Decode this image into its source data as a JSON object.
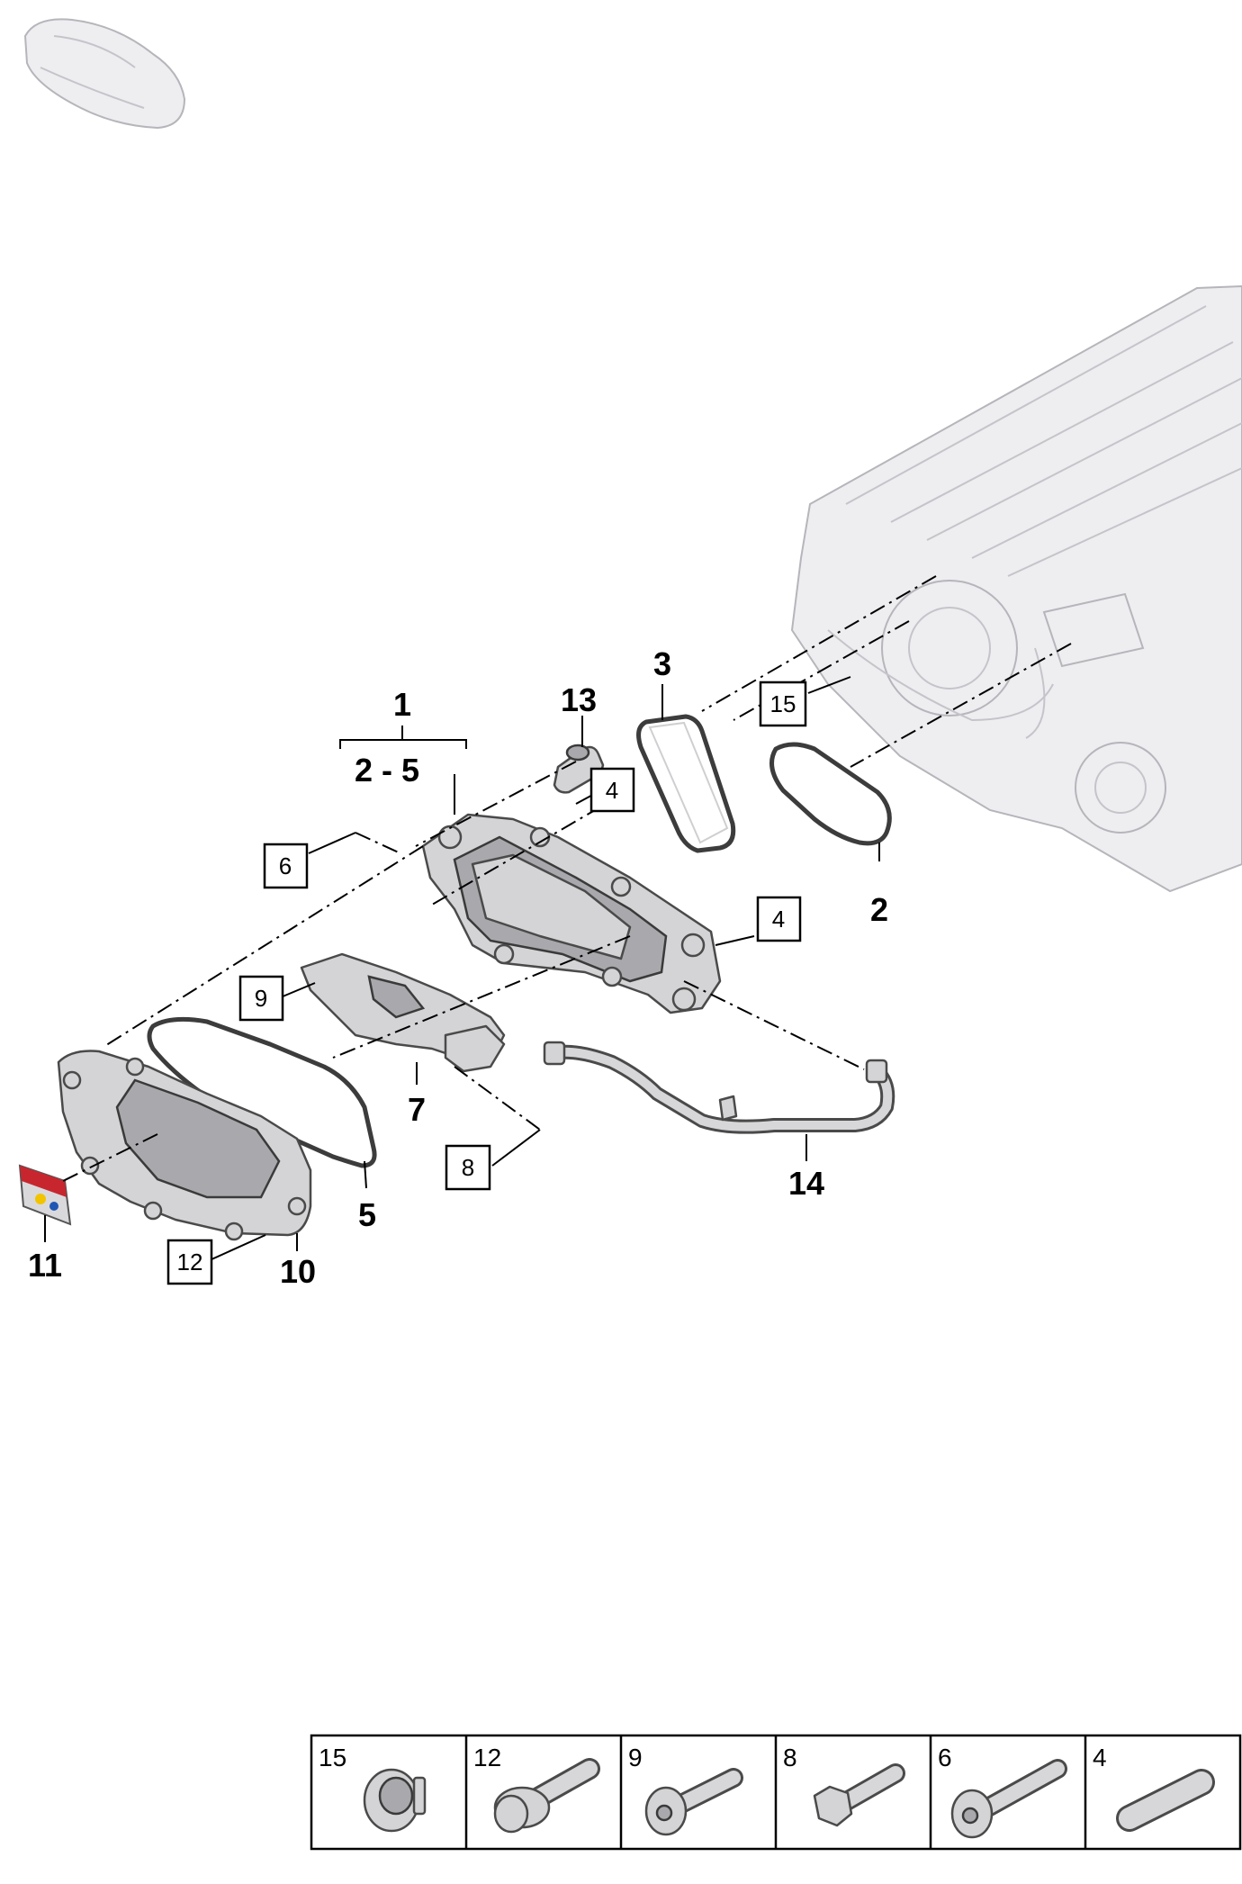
{
  "callouts": {
    "c1": "1",
    "c2_5": "2 - 5",
    "c2": "2",
    "c3": "3",
    "c5": "5",
    "c7": "7",
    "c10": "10",
    "c11": "11",
    "c13": "13",
    "c14": "14"
  },
  "boxed_refs": {
    "b4a": "4",
    "b4b": "4",
    "b6": "6",
    "b8": "8",
    "b9": "9",
    "b12": "12",
    "b15": "15"
  },
  "fastener_table": [
    {
      "number": "15",
      "icon": "plug-icon"
    },
    {
      "number": "12",
      "icon": "flange-bolt-icon"
    },
    {
      "number": "9",
      "icon": "torx-bolt-icon"
    },
    {
      "number": "8",
      "icon": "hex-bolt-icon"
    },
    {
      "number": "6",
      "icon": "torx-bolt-long-icon"
    },
    {
      "number": "4",
      "icon": "dowel-pin-icon"
    }
  ]
}
